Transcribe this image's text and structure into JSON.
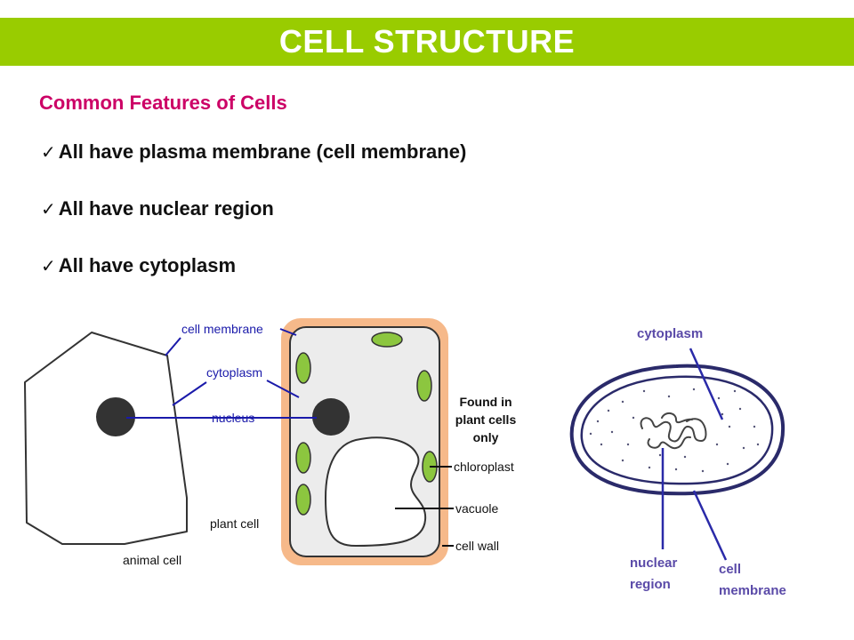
{
  "header": {
    "title": "CELL STRUCTURE"
  },
  "subtitle": "Common Features of Cells",
  "bullets": [
    {
      "check": "✓",
      "text": "All have plasma membrane (cell membrane)"
    },
    {
      "check": "✓",
      "text": "All have nuclear region"
    },
    {
      "check": "✓",
      "text": "All have cytoplasm"
    }
  ],
  "diagram_left": {
    "labels": {
      "cell_membrane": "cell membrane",
      "cytoplasm": "cytoplasm",
      "nucleus": "nucleus",
      "found_line1": "Found in",
      "found_line2": "plant cells",
      "found_line3": "only",
      "chloroplast": "chloroplast",
      "vacuole": "vacuole",
      "cell_wall": "cell wall",
      "plant_cell": "plant cell",
      "animal_cell": "animal cell"
    }
  },
  "diagram_right": {
    "labels": {
      "cytoplasm": "cytoplasm",
      "nuclear_line1": "nuclear",
      "nuclear_line2": "region",
      "membrane_line1": "cell",
      "membrane_line2": "membrane"
    }
  },
  "colors": {
    "title_bar": "#99cc00",
    "subtitle": "#cc0066",
    "label_blue": "#1a1aaa",
    "label_right": "#5a4aa8",
    "chloroplast": "#8cc63f",
    "cell_wall": "#f6b98a",
    "nucleus": "#333333"
  }
}
